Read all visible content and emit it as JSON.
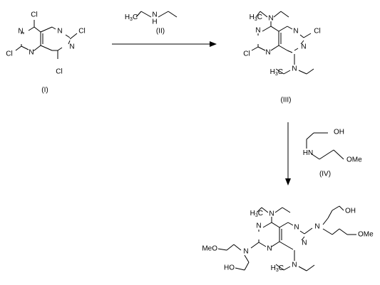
{
  "atoms": {
    "N": "N",
    "Cl": "Cl",
    "H": "H",
    "H3C_prefix": "H",
    "H3C_sub": "3",
    "H3C_suffix": "C",
    "OH": "OH",
    "OMe": "OMe",
    "MeO": "MeO",
    "HO": "HO"
  },
  "labels": {
    "compound_1": "(I)",
    "compound_2": "(II)",
    "compound_3": "(III)",
    "compound_4": "(IV)"
  }
}
